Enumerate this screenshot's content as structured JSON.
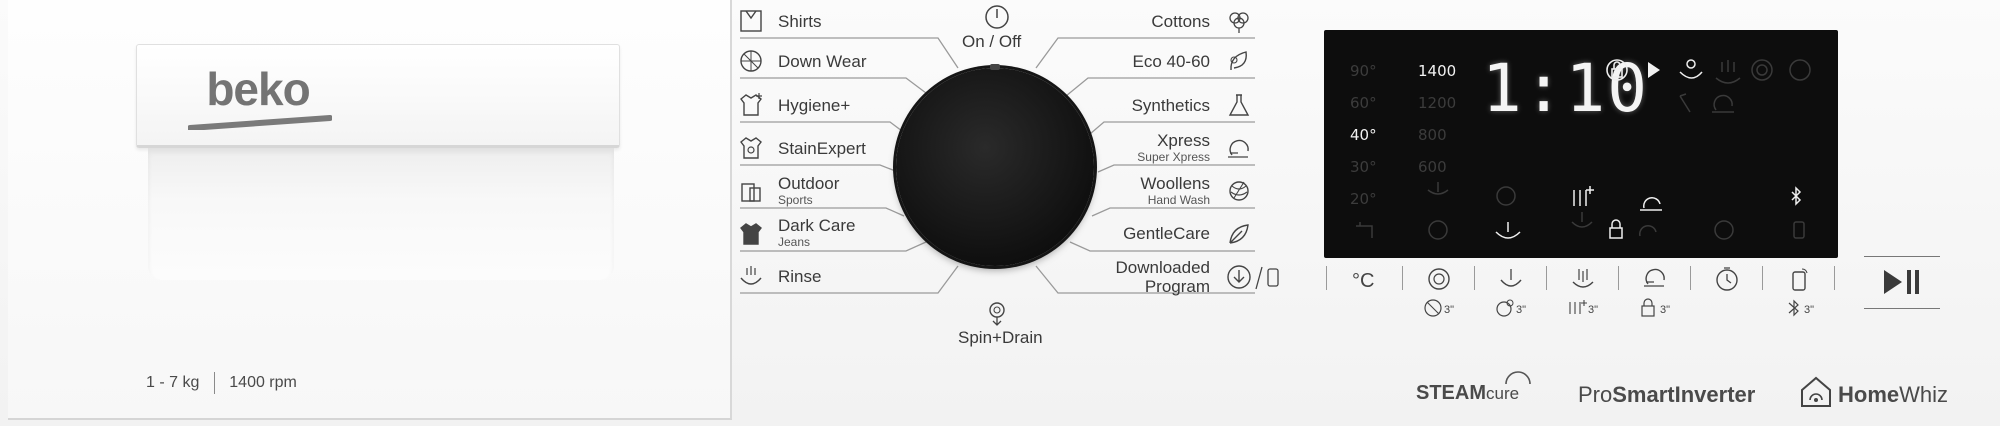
{
  "brand": {
    "name": "beko",
    "capacity": "1 - 7 kg",
    "spin_speed": "1400 rpm"
  },
  "power": {
    "label": "On / Off"
  },
  "programs_left": [
    {
      "label": "Shirts",
      "sub": "",
      "icon": "shirt-icon"
    },
    {
      "label": "Down Wear",
      "sub": "",
      "icon": "down-wear-icon"
    },
    {
      "label": "Hygiene+",
      "sub": "",
      "icon": "hygiene-icon"
    },
    {
      "label": "StainExpert",
      "sub": "",
      "icon": "stain-expert-icon"
    },
    {
      "label": "Outdoor",
      "sub": "Sports",
      "icon": "outdoor-icon"
    },
    {
      "label": "Dark Care",
      "sub": "Jeans",
      "icon": "dark-care-icon"
    },
    {
      "label": "Rinse",
      "sub": "",
      "icon": "rinse-icon"
    }
  ],
  "programs_right": [
    {
      "label": "Cottons",
      "sub": "",
      "icon": "cotton-icon"
    },
    {
      "label": "Eco 40-60",
      "sub": "",
      "icon": "eco-icon"
    },
    {
      "label": "Synthetics",
      "sub": "",
      "icon": "synthetics-icon"
    },
    {
      "label": "Xpress",
      "sub": "Super Xpress",
      "icon": "xpress-icon"
    },
    {
      "label": "Woollens",
      "sub": "Hand Wash",
      "icon": "wool-icon"
    },
    {
      "label": "GentleCare",
      "sub": "",
      "icon": "gentle-care-icon"
    },
    {
      "label": "Downloaded",
      "sub": "Program",
      "icon": "download-icon"
    }
  ],
  "program_bottom": {
    "label": "Spin+Drain",
    "icon": "spin-drain-icon"
  },
  "display": {
    "time": "1:10",
    "temperatures": [
      "90°",
      "60°",
      "40°",
      "30°",
      "20°"
    ],
    "selected_temperature": "40°",
    "spins": [
      "1400",
      "1200",
      "800",
      "600"
    ],
    "selected_spin": "1400"
  },
  "functions": [
    {
      "name": "temperature",
      "icon": "temperature-icon",
      "label": "°C",
      "alt_icon": "",
      "alt_label": ""
    },
    {
      "name": "spin",
      "icon": "spin-icon",
      "label": "",
      "alt_icon": "spin-hold-icon",
      "alt_label": "3\""
    },
    {
      "name": "prewash",
      "icon": "prewash-icon",
      "label": "",
      "alt_icon": "pet-hair-icon",
      "alt_label": "3\""
    },
    {
      "name": "steam",
      "icon": "steam-icon",
      "label": "",
      "alt_icon": "extra-rinse-icon",
      "alt_label": "3\""
    },
    {
      "name": "xpress",
      "icon": "speed-icon",
      "label": "",
      "alt_icon": "child-lock-icon",
      "alt_label": "3\""
    },
    {
      "name": "delay",
      "icon": "timer-icon",
      "label": "",
      "alt_icon": "",
      "alt_label": ""
    },
    {
      "name": "remote",
      "icon": "remote-control-icon",
      "label": "",
      "alt_icon": "bluetooth-icon",
      "alt_label": "3\""
    }
  ],
  "logos": {
    "steam": "STEAM",
    "cure": "cure",
    "pro": "Pro",
    "smart_inverter": "SmartInverter",
    "home": "Home",
    "whiz": "Whiz"
  }
}
